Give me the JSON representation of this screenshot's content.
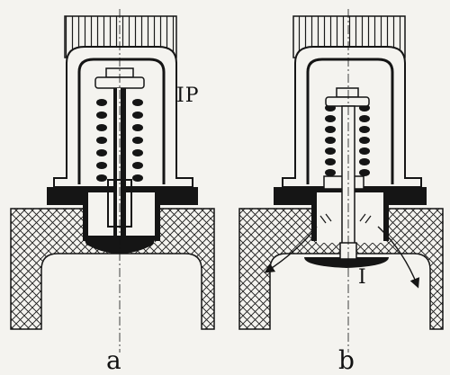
{
  "labels": {
    "ip": "IP",
    "i": "I",
    "a": "a",
    "b": "b"
  },
  "colors": {
    "ink": "#151515",
    "paper": "#f4f3ef",
    "hatch": "#1a1a1a"
  },
  "icons": {
    "crosshatch": "crosshatch-pattern",
    "flow_arrows": "flow-arrow-icon"
  }
}
